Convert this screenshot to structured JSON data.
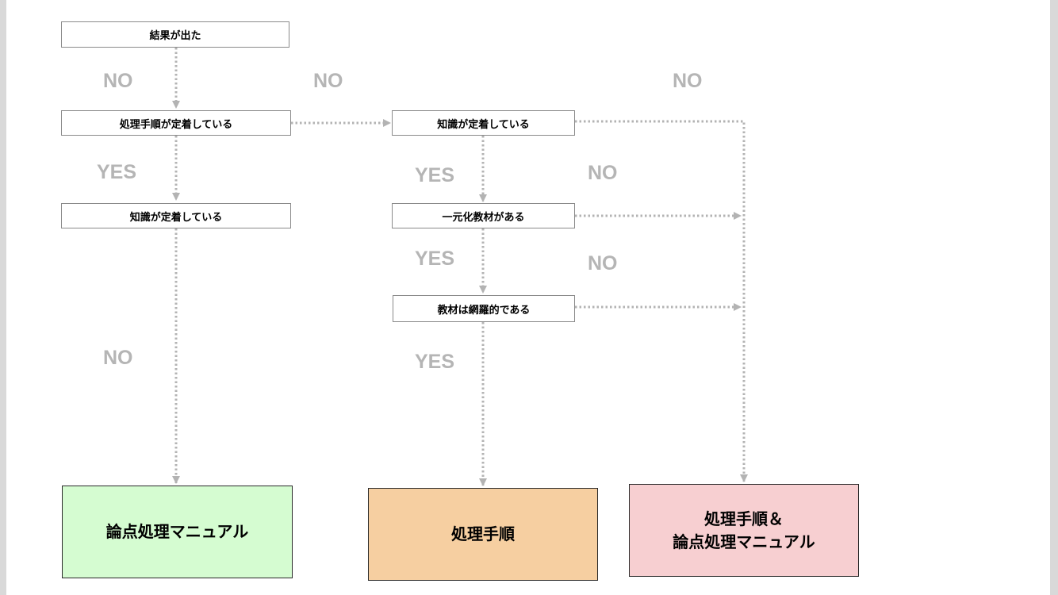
{
  "nodes": {
    "result_out": "結果が出た",
    "procedure_established": "処理手順が定着している",
    "knowledge_established_left": "知識が定着している",
    "knowledge_established_right": "知識が定着している",
    "unified_material": "一元化教材がある",
    "material_comprehensive": "教材は網羅的である"
  },
  "results": {
    "issue_manual": "論点処理マニュアル",
    "procedure": "処理手順",
    "both_line1": "処理手順＆",
    "both_line2": "論点処理マニュアル"
  },
  "labels": {
    "no_1": "NO",
    "no_2": "NO",
    "no_3": "NO",
    "yes_1": "YES",
    "yes_2": "YES",
    "no_4": "NO",
    "yes_3": "YES",
    "no_5": "NO",
    "no_6": "NO",
    "yes_4": "YES"
  },
  "colors": {
    "edge": "#b3b3b3",
    "label": "#b5b5b5",
    "issue_manual_fill": "#d5fcd1",
    "procedure_fill": "#f6cfa1",
    "both_fill": "#f7cfd1"
  }
}
